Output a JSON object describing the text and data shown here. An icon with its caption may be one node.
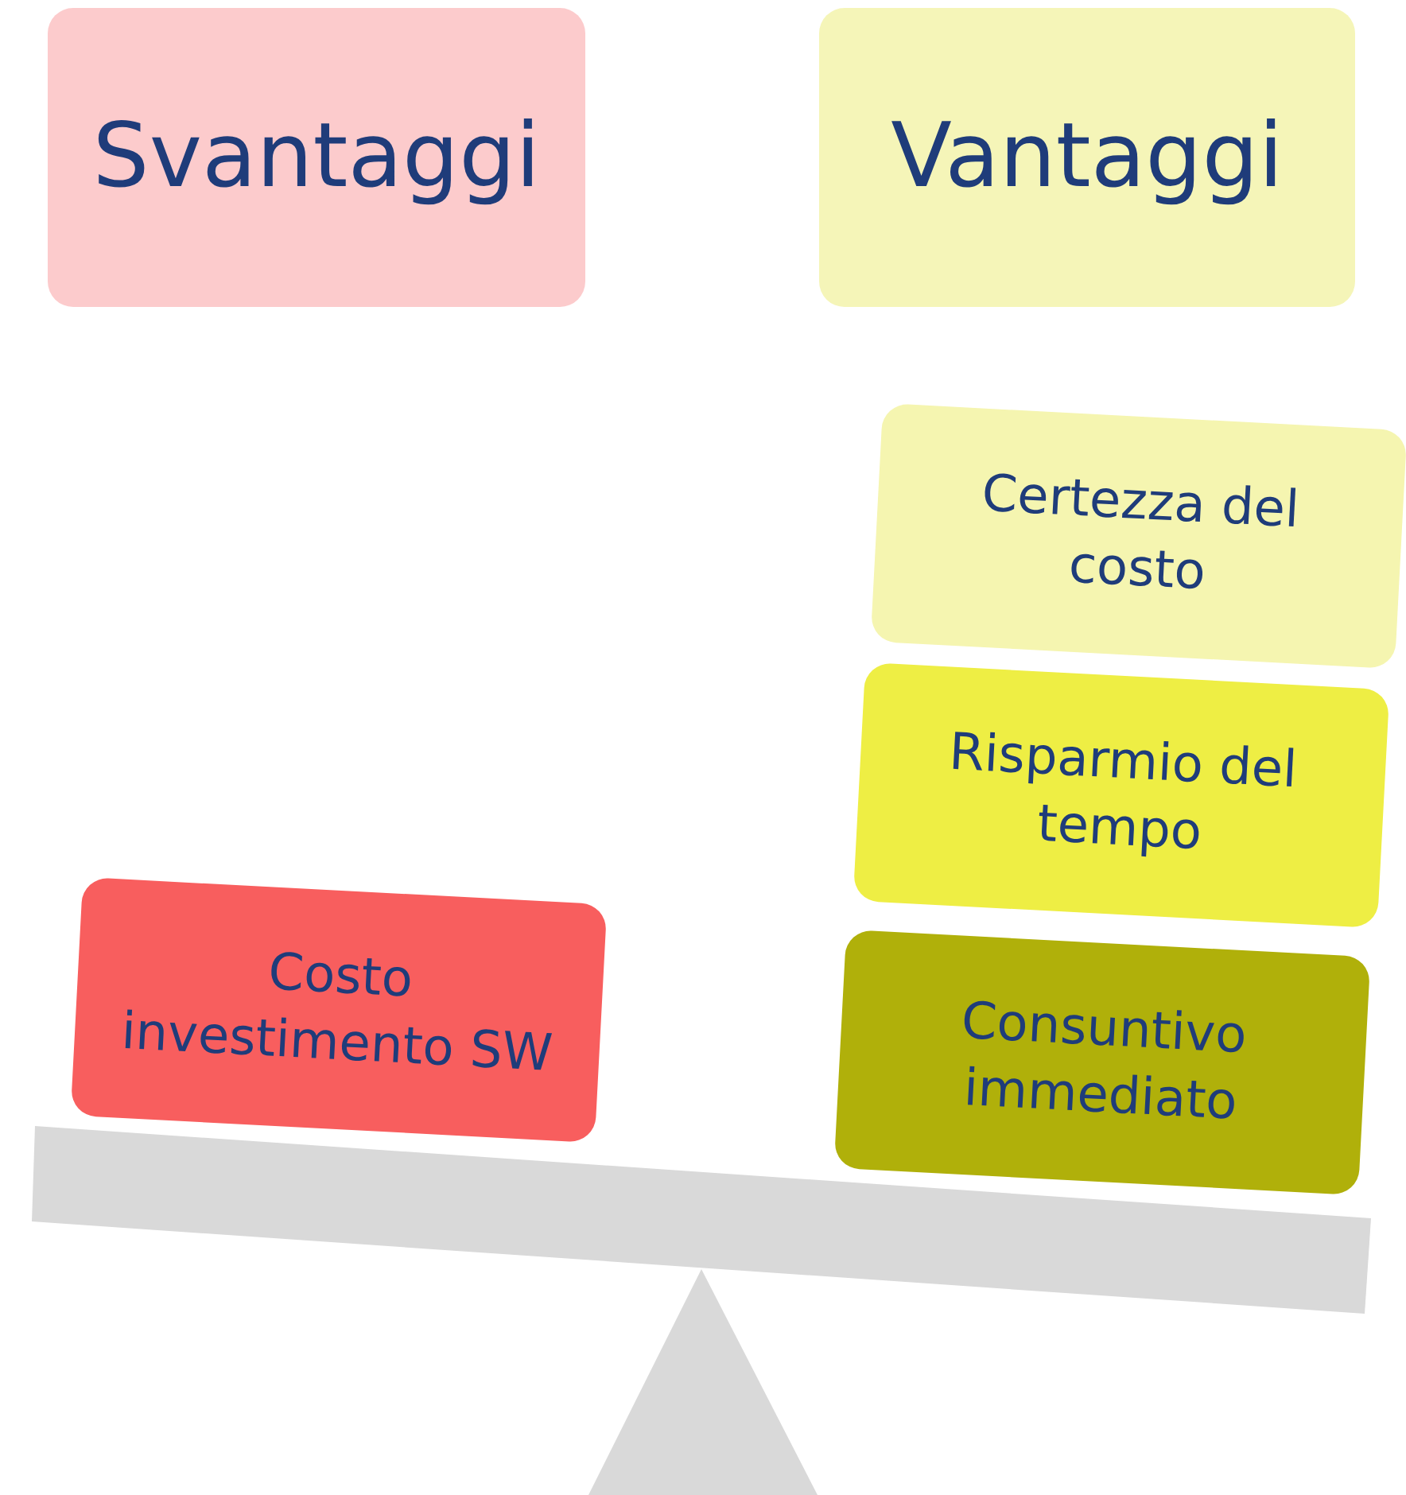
{
  "diagram": {
    "nodes": [
      {
        "text": [
          "Svantaggi"
        ]
      },
      {
        "text": [
          "Vantaggi"
        ]
      },
      {
        "text": [
          "Certezza del costo"
        ]
      },
      {
        "text": [
          "Risparmio del tempo"
        ]
      },
      {
        "text": [
          "Consuntivo immediato"
        ]
      },
      {
        "text": [
          "Costo investimento SW"
        ]
      }
    ],
    "edges": []
  }
}
